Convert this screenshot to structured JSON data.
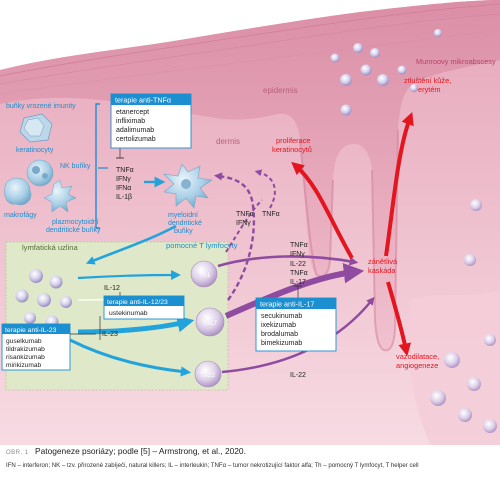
{
  "diagram": {
    "regions": {
      "epidermis": "epidermis",
      "dermis": "dermis",
      "lymph_node": "lymfatická uzlina"
    },
    "cells": {
      "innate_immune": "buňky vrozené imunity",
      "keratinocytes": "keratinocyty",
      "nk": "NK buňky",
      "macrophages": "makrofágy",
      "plasmacytoid_line1": "plazmocytoidní",
      "plasmacytoid_line2": "dendritické buňky",
      "myeloid_line1": "myeloidní",
      "myeloid_line2": "dendritické",
      "myeloid_line3": "buňky",
      "helper_t": "pomocné T lymfocyty",
      "th1": "Th1",
      "th17": "Th17",
      "th22": "Th22"
    },
    "cytokines": {
      "innate_list": [
        "TNFα",
        "IFNγ",
        "IFNα",
        "IL-1β"
      ],
      "upper_pair": [
        "TNFα",
        "IFNγ"
      ],
      "upper_single": "TNFα",
      "to_cascade_1": [
        "TNFα",
        "IFNγ"
      ],
      "to_cascade_2": [
        "IL-22",
        "TNFα",
        "IL-17"
      ],
      "il12": "IL-12",
      "il23": "IL-23",
      "il22": "IL-22"
    },
    "therapies": {
      "tnf": {
        "title": "terapie anti-TNFα",
        "drugs": [
          "etanercept",
          "infliximab",
          "adalimumab",
          "certolizumab"
        ]
      },
      "il1223": {
        "title": "terapie anti-IL-12/23",
        "drugs": [
          "ustekinumab"
        ]
      },
      "il23": {
        "title": "terapie anti-IL-23",
        "drugs": [
          "guselkumab",
          "tildrakizumab",
          "risankizumab",
          "mirikizumab"
        ]
      },
      "il17": {
        "title": "terapie anti-IL-17",
        "drugs": [
          "secukinumab",
          "ixekizumab",
          "brodalumab",
          "bimekizumab"
        ]
      }
    },
    "processes": {
      "munro": "Munroovy mikroabscesy",
      "thickening_line1": "ztluštění kůže,",
      "thickening_line2": "erytém",
      "prolif_line1": "proliferace",
      "prolif_line2": "keratinocytů",
      "cascade_line1": "zánětlivá",
      "cascade_line2": "kaskáda",
      "vaso_line1": "vazodilatace,",
      "vaso_line2": "angiogeneze"
    },
    "colors": {
      "skin_pink": "#f2c3cf",
      "epidermis_texture": "#e6a0b4",
      "lymph_green": "#dfe8c9",
      "therapy_blue": "#1b8fd0",
      "red_arrow": "#e3161f",
      "purple_arrow": "#8e4ba0",
      "cyan_arrow": "#23a3dc"
    }
  },
  "caption": {
    "label": "OBR. 1",
    "title": "Patogeneze psoriázy; podle [5] – Armstrong, et al., 2020.",
    "abbreviations": "IFN – interferon; NK – tzv. přirozené zabíječi, natural killers; IL – interleukin; TNFα – tumor nekrotizující faktor alfa; Th – pomocný T lymfocyt, T helper cell"
  }
}
